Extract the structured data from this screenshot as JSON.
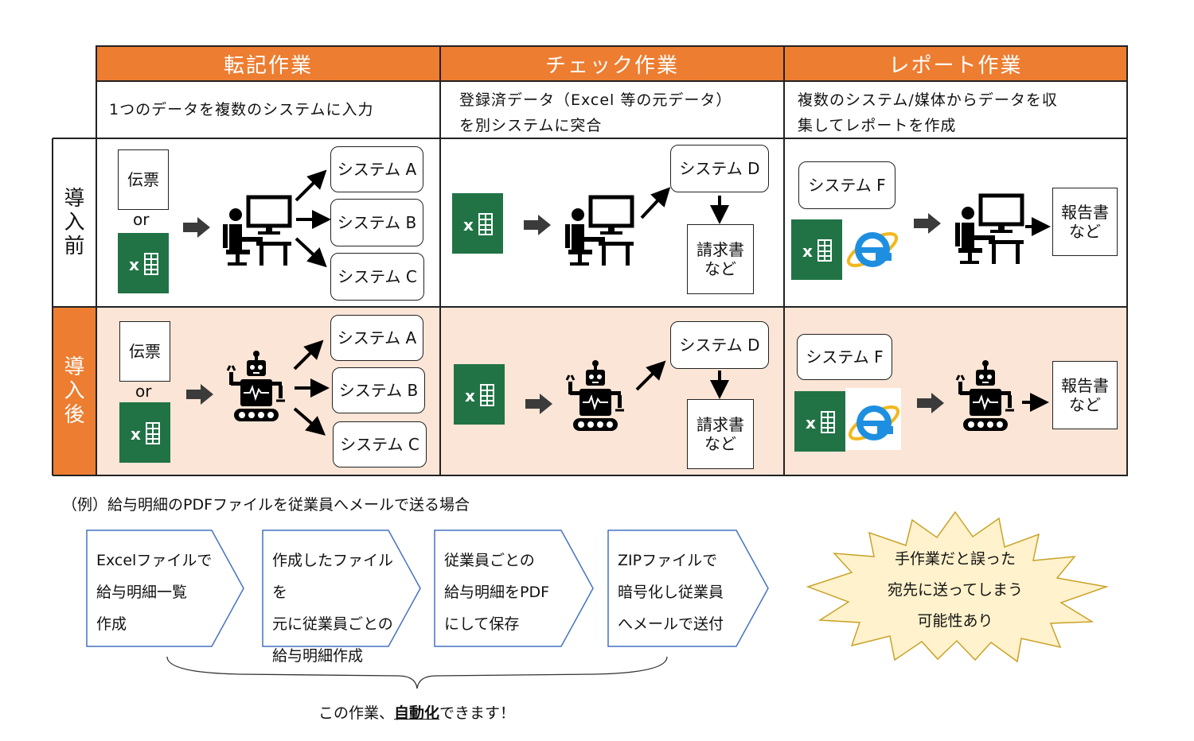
{
  "columns": [
    {
      "header": "転記作業",
      "description": [
        "1つのデータを複数のシステムに入力"
      ]
    },
    {
      "header": "チェック作業",
      "description": [
        "登録済データ（Excel 等の元データ）",
        "を別システムに突合"
      ]
    },
    {
      "header": "レポート作業",
      "description": [
        "複数のシステム/媒体からデータを収",
        "集してレポートを作成"
      ]
    }
  ],
  "rows": {
    "before": "導入前",
    "after": "導入後"
  },
  "labels": {
    "denpyo": "伝票",
    "or": "or",
    "system_a": "システム A",
    "system_b": "システム B",
    "system_c": "システム C",
    "system_d": "システム D",
    "system_f": "システム F",
    "invoice": [
      "請求書",
      "など"
    ],
    "report": [
      "報告書",
      "など"
    ]
  },
  "example": {
    "title": "（例）給与明細のPDFファイルを従業員へメールで送る場合",
    "steps": [
      [
        "Excelファイルで",
        "給与明細一覧",
        "作成"
      ],
      [
        "作成したファイルを",
        "元に従業員ごとの",
        "給与明細作成"
      ],
      [
        "従業員ごとの",
        "給与明細をPDF",
        "にして保存"
      ],
      [
        "ZIPファイルで",
        "暗号化し従業員",
        "へメールで送付"
      ]
    ],
    "warning": [
      "手作業だと誤った",
      "宛先に送ってしまう",
      "可能性あり"
    ],
    "footer_pre": "この作業、",
    "footer_emph": "自動化",
    "footer_post": "できます！"
  },
  "colors": {
    "accent": "#ed7d31",
    "after_bg": "#fbe5d6",
    "excel": "#217346",
    "star": "#fff2cc",
    "step_border": "#4472c4"
  }
}
